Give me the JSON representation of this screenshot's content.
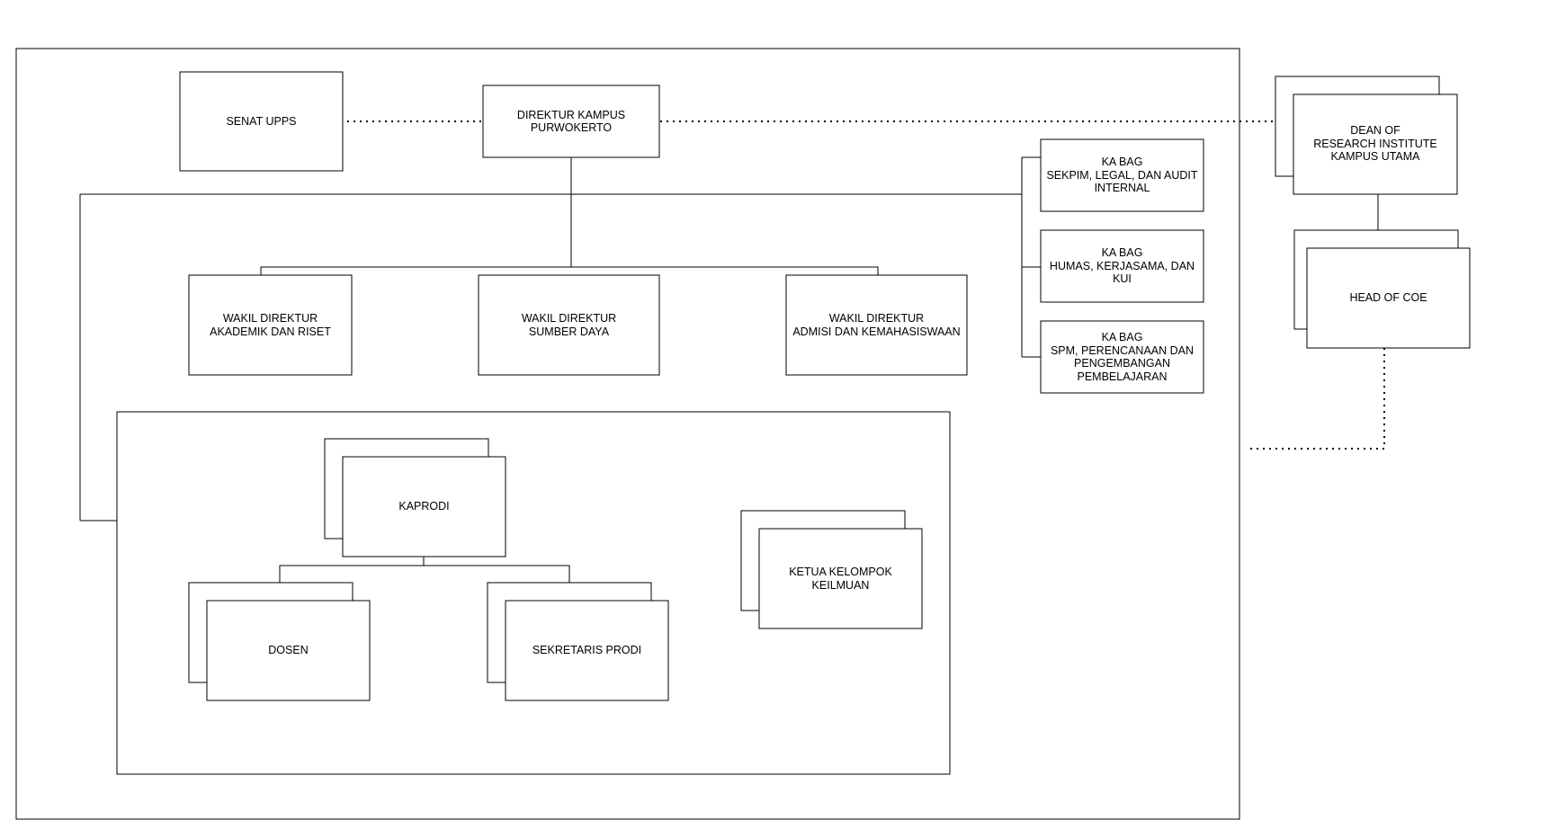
{
  "diagram": {
    "senat": "SENAT UPPS",
    "direktur": "DIREKTUR KAMPUS\nPURWOKERTO",
    "wakil_akademik": "WAKIL DIREKTUR\nAKADEMIK DAN RISET",
    "wakil_sumber_daya": "WAKIL DIREKTUR\nSUMBER DAYA",
    "wakil_admisi": "WAKIL DIREKTUR\nADMISI DAN KEMAHASISWAAN",
    "kabag_sekpim": "KA BAG\nSEKPIM, LEGAL, DAN AUDIT\nINTERNAL",
    "kabag_humas": "KA BAG\nHUMAS, KERJASAMA, DAN\nKUI",
    "kabag_spm": "KA BAG\nSPM, PERENCANAAN DAN\nPENGEMBANGAN\nPEMBELAJARAN",
    "dean": "DEAN OF\nRESEARCH INSTITUTE\nKAMPUS UTAMA",
    "head_coe": "HEAD OF COE",
    "kaprodi": "KAPRODI",
    "dosen": "DOSEN",
    "sekretaris": "SEKRETARIS PRODI",
    "ketua_kk": "KETUA KELOMPOK\nKEILMUAN"
  }
}
